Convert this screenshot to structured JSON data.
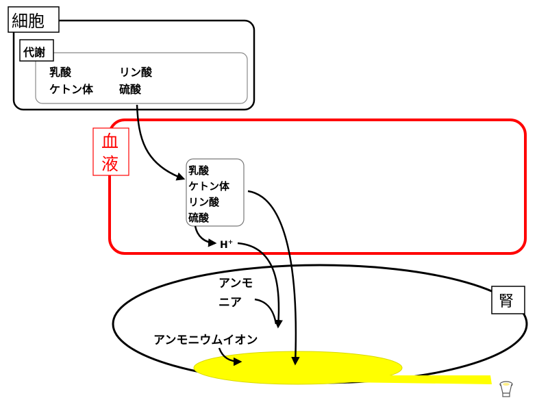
{
  "cell": {
    "label": "細胞",
    "metabolism": {
      "label": "代謝",
      "products": {
        "lactic_acid": "乳酸",
        "phosphoric_acid": "リン酸",
        "ketone_bodies": "ケトン体",
        "sulfuric_acid": "硫酸"
      }
    }
  },
  "blood": {
    "label_line1": "血",
    "label_line2": "液",
    "acids": {
      "lactic_acid": "乳酸",
      "ketone_bodies": "ケトン体",
      "phosphoric_acid": "リン酸",
      "sulfuric_acid": "硫酸"
    },
    "proton": "H",
    "proton_charge": "+"
  },
  "kidney": {
    "label": "腎",
    "ammonia_line1": "アンモ",
    "ammonia_line2": "ニア",
    "ammonium_ion": "アンモニウムイオン"
  },
  "colors": {
    "blood_border": "#ff0000",
    "urine": "#ffff00",
    "line": "#000000"
  }
}
